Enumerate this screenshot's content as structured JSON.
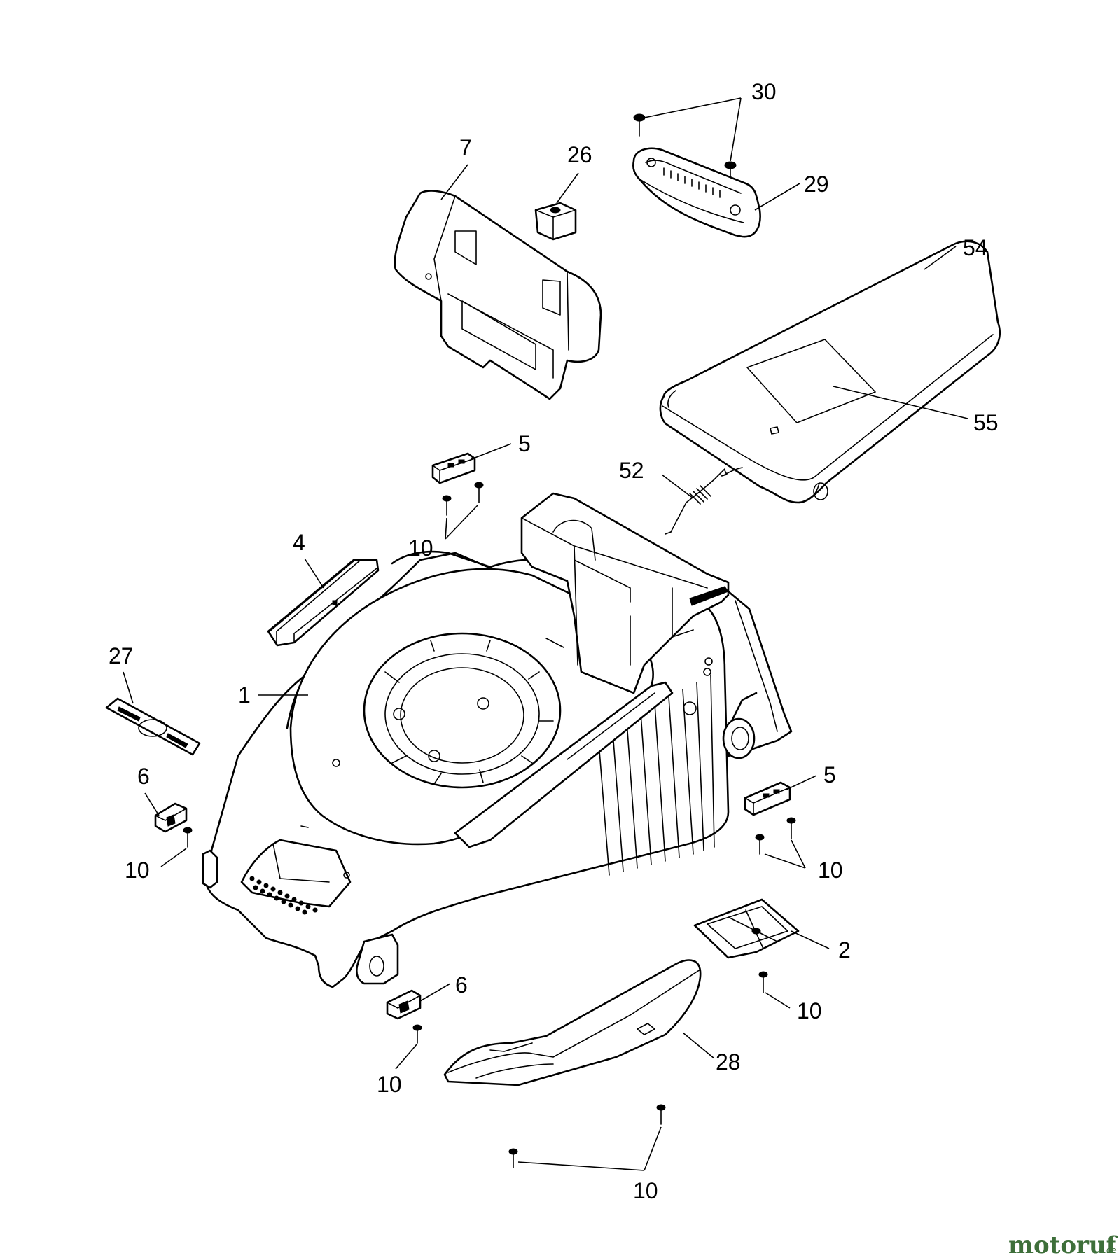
{
  "callouts": [
    {
      "id": "c30",
      "text": "30"
    },
    {
      "id": "c7",
      "text": "7"
    },
    {
      "id": "c26",
      "text": "26"
    },
    {
      "id": "c29",
      "text": "29"
    },
    {
      "id": "c54",
      "text": "54"
    },
    {
      "id": "c55",
      "text": "55"
    },
    {
      "id": "c5a",
      "text": "5"
    },
    {
      "id": "c52",
      "text": "52"
    },
    {
      "id": "c10a",
      "text": "10"
    },
    {
      "id": "c4",
      "text": "4"
    },
    {
      "id": "c27",
      "text": "27"
    },
    {
      "id": "c1",
      "text": "1"
    },
    {
      "id": "c6a",
      "text": "6"
    },
    {
      "id": "c5b",
      "text": "5"
    },
    {
      "id": "c10b",
      "text": "10"
    },
    {
      "id": "c10c",
      "text": "10"
    },
    {
      "id": "c2",
      "text": "2"
    },
    {
      "id": "c6b",
      "text": "6"
    },
    {
      "id": "c10d",
      "text": "10"
    },
    {
      "id": "c28",
      "text": "28"
    },
    {
      "id": "c10e",
      "text": "10"
    },
    {
      "id": "c10f",
      "text": "10"
    }
  ],
  "watermark": {
    "brand": "motoruf",
    "tld": ".de"
  }
}
